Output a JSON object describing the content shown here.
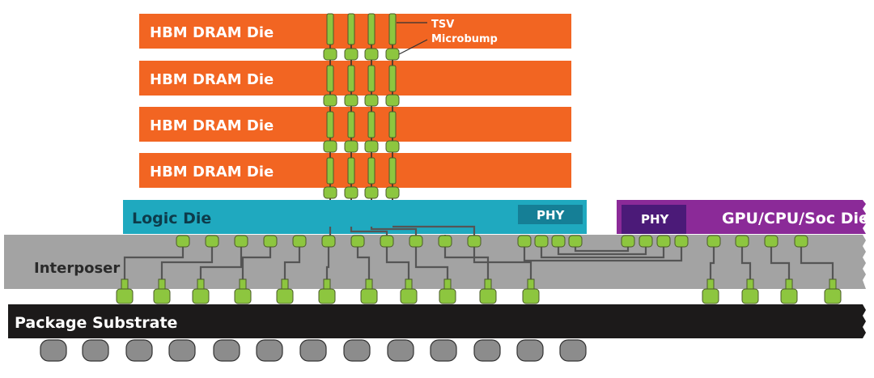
{
  "labels": {
    "hbm_die": "HBM DRAM Die",
    "tsv": "TSV",
    "microbump": "Microbump",
    "logic_die": "Logic Die",
    "phy": "PHY",
    "gpu_die": "GPU/CPU/Soc Die",
    "interposer": "Interposer",
    "package_substrate": "Package Substrate"
  },
  "colors": {
    "hbm": "#f26522",
    "logic": "#1fa9bf",
    "logic_phy": "#157f96",
    "gpu": "#8b2a98",
    "gpu_phy": "#4b1a78",
    "interposer": "#a3a3a3",
    "substrate": "#1c1a1a",
    "bump": "#8dc63f",
    "ball": "#8c8c8c",
    "wire": "#555555"
  }
}
